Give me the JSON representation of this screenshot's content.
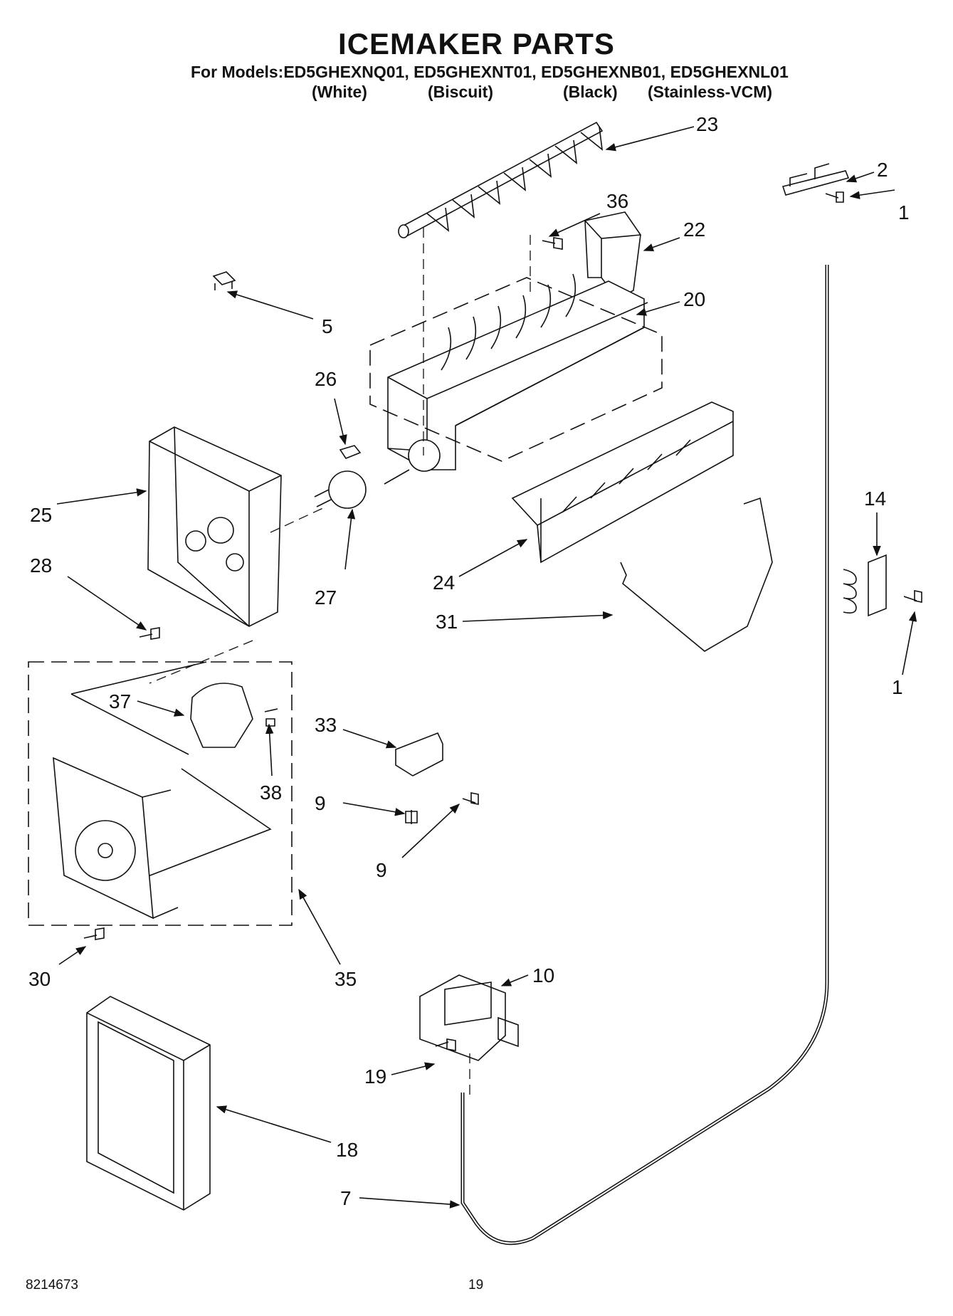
{
  "title": "ICEMAKER PARTS",
  "models_line": "For Models:ED5GHEXNQ01, ED5GHEXNT01, ED5GHEXNB01, ED5GHEXNL01",
  "variants": [
    "(White)",
    "(Biscuit)",
    "(Black)",
    "(Stainless-VCM)"
  ],
  "callouts": {
    "c23": "23",
    "c2": "2",
    "c1a": "1",
    "c36": "36",
    "c22": "22",
    "c5": "5",
    "c20": "20",
    "c26": "26",
    "c25": "25",
    "c27": "27",
    "c28": "28",
    "c24": "24",
    "c14": "14",
    "c31": "31",
    "c1b": "1",
    "c37": "37",
    "c33": "33",
    "c38": "38",
    "c9a": "9",
    "c9b": "9",
    "c30": "30",
    "c35": "35",
    "c10": "10",
    "c19": "19",
    "c18": "18",
    "c7": "7"
  },
  "footer": {
    "doc_number": "8214673",
    "page_number": "19"
  }
}
